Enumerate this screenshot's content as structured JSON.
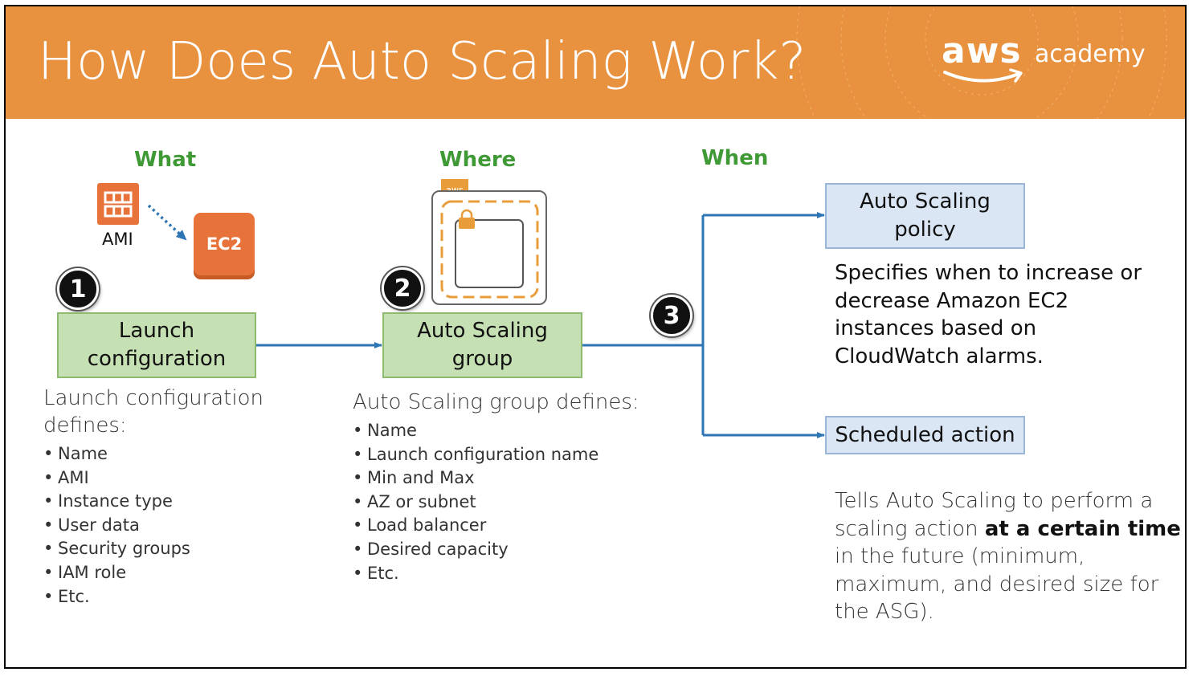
{
  "header": {
    "title": "How Does Auto Scaling Work?",
    "logo_main": "aws",
    "logo_sub": "academy"
  },
  "colors": {
    "header_orange": "#e8913f",
    "heading_green": "#3f9a36",
    "green_box_fill": "#c5e0b3",
    "blue_box_fill": "#dae6f4",
    "arrow_blue": "#2e75b6",
    "ec2_orange": "#e8733a"
  },
  "columns": {
    "what": "What",
    "where": "Where",
    "when": "When"
  },
  "icons": {
    "ami_icon": "ami-icon",
    "ami_label": "AMI",
    "ec2_label": "EC2",
    "aws_tag": "aws",
    "group_icon": "auto-scaling-group-icon",
    "lock_icon": "lock-icon"
  },
  "steps": {
    "step1": "1",
    "step2": "2",
    "step3": "3"
  },
  "boxes": {
    "launch_config": [
      "Launch",
      "configuration"
    ],
    "asg": [
      "Auto Scaling",
      "group"
    ],
    "policy": [
      "Auto Scaling",
      "policy"
    ],
    "scheduled": "Scheduled action"
  },
  "launch_defs": {
    "lead": [
      "Launch configuration",
      "defines:"
    ],
    "items": [
      "Name",
      "AMI",
      "Instance type",
      "User data",
      "Security groups",
      "IAM role",
      "Etc."
    ]
  },
  "asg_defs": {
    "lead": "Auto Scaling group defines:",
    "items": [
      "Name",
      "Launch configuration name",
      "Min and Max",
      "AZ or subnet",
      "Load balancer",
      "Desired capacity",
      "Etc."
    ]
  },
  "policy_desc": [
    "Specifies when to increase or",
    "decrease Amazon EC2",
    "instances based on",
    "CloudWatch alarms."
  ],
  "scheduled_desc": {
    "line1": "Tells Auto Scaling to perform a",
    "line2_pre": "scaling action ",
    "line2_bold": "at a certain time",
    "line3": "in the future (minimum,",
    "line4": "maximum, and desired size for",
    "line5": "the ASG)."
  }
}
